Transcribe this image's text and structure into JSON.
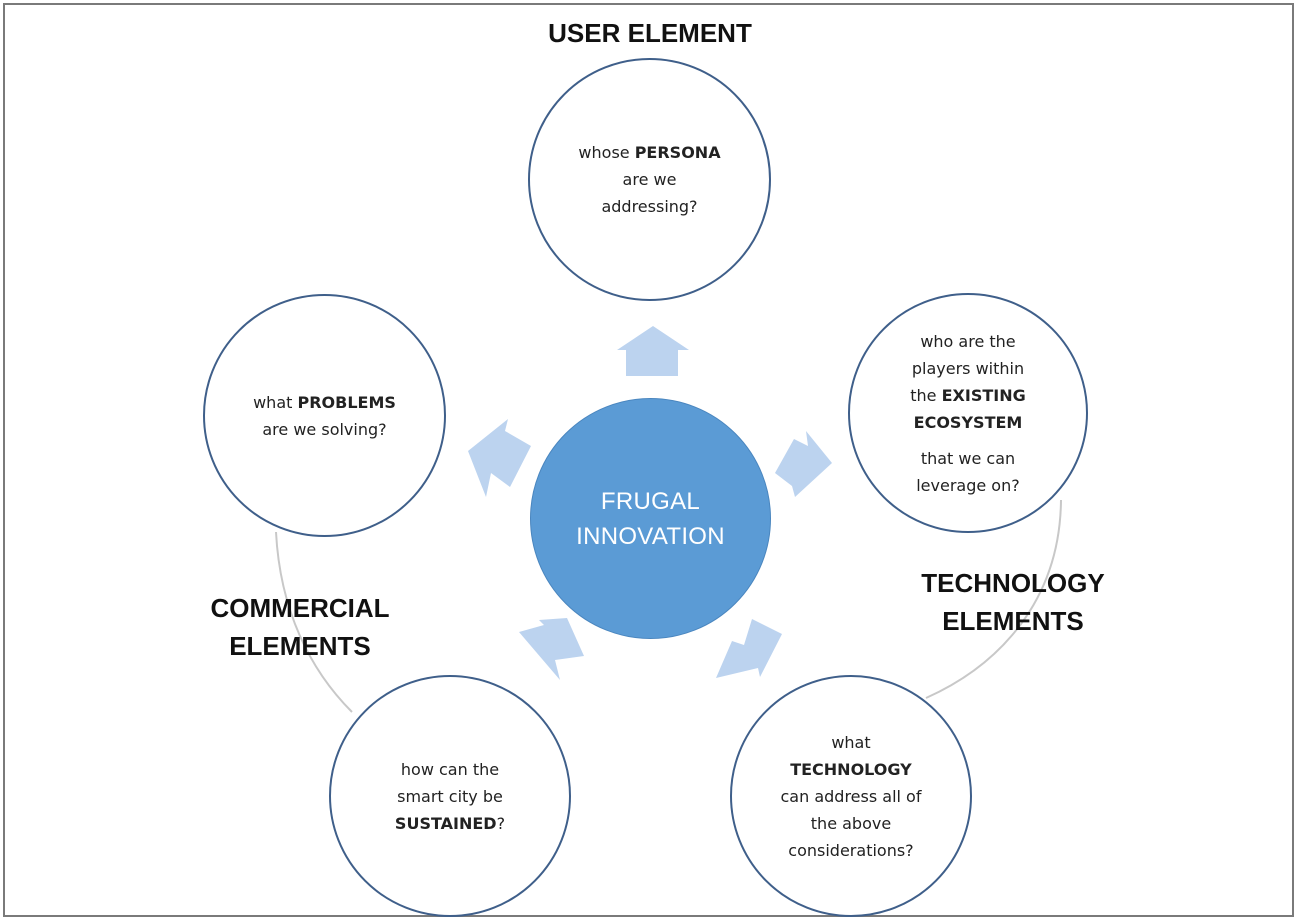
{
  "colors": {
    "center_fill": "#5b9bd5",
    "arrow_fill": "#bcd3ef",
    "circle_border": "#3f5f8a",
    "connector": "#c8c8c8"
  },
  "center": {
    "line1": "FRUGAL",
    "line2": "INNOVATION"
  },
  "labels": {
    "user": "USER ELEMENT",
    "commercial_line1": "COMMERCIAL",
    "commercial_line2": "ELEMENTS",
    "technology_line1": "TECHNOLOGY",
    "technology_line2": "ELEMENTS"
  },
  "circles": {
    "persona": {
      "l1_pre": "whose ",
      "l1_bold": "PERSONA",
      "l2": "are we",
      "l3": "addressing?"
    },
    "problems": {
      "l1_pre": "what ",
      "l1_bold": "PROBLEMS",
      "l2": "are we solving?"
    },
    "ecosystem": {
      "l1": "who are the",
      "l2": "players within",
      "l3_pre": "the ",
      "l3_bold": "EXISTING",
      "l4_bold": "ECOSYSTEM",
      "l5": "that we can",
      "l6": "leverage on?"
    },
    "sustained": {
      "l1": "how can the",
      "l2": "smart city be",
      "l3_bold": "SUSTAINED",
      "l3_post": "?"
    },
    "technology": {
      "l1": "what",
      "l2_bold": "TECHNOLOGY",
      "l3": "can address all of",
      "l4": "the above",
      "l5": "considerations?"
    }
  }
}
